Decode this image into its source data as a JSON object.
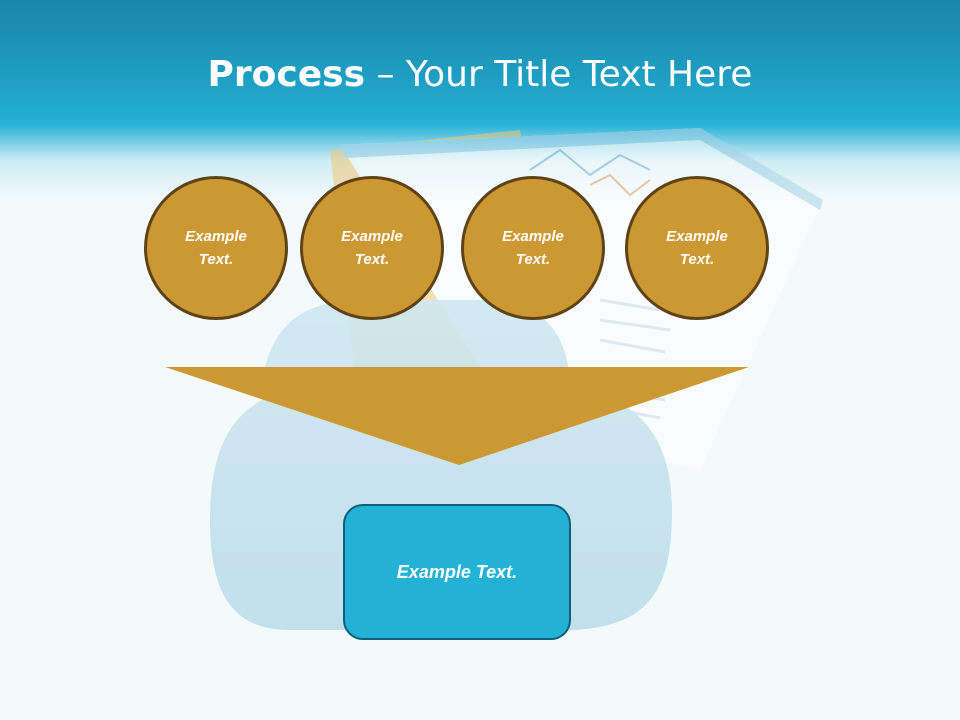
{
  "slide": {
    "title_bold": "Process",
    "title_rest": " – Your Title Text Here"
  },
  "circles": [
    {
      "text": "Example Text."
    },
    {
      "text": "Example Text."
    },
    {
      "text": "Example Text."
    },
    {
      "text": "Example Text."
    }
  ],
  "result_box": {
    "text": "Example Text."
  },
  "colors": {
    "header": "#1f9fc4",
    "circle_fill": "#cc9833",
    "circle_border": "#5e4319",
    "arrow": "#cc9833",
    "box_fill": "#24b1d6",
    "box_border": "#0f5f78"
  }
}
